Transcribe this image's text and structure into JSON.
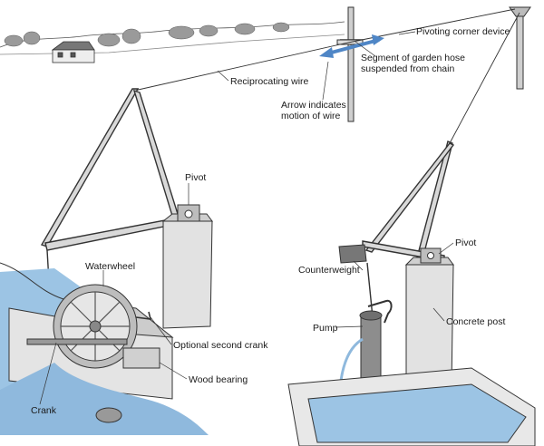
{
  "labels": {
    "pivoting_corner_device": "Pivoting corner device",
    "segment_hose": "Segment of garden hose suspended from chain",
    "reciprocating_wire": "Reciprocating wire",
    "arrow_motion": "Arrow indicates motion of wire",
    "pivot_left": "Pivot",
    "pivot_right": "Pivot",
    "waterwheel": "Waterwheel",
    "optional_second_crank": "Optional second crank",
    "wood_bearing": "Wood bearing",
    "crank": "Crank",
    "counterweight": "Counterweight",
    "pump": "Pump",
    "concrete_post": "Concrete post"
  },
  "colors": {
    "ink": "#2a2a2a",
    "arrow": "#4f86c6",
    "water": "#8fb9dd",
    "post": "#d8d8d4"
  }
}
